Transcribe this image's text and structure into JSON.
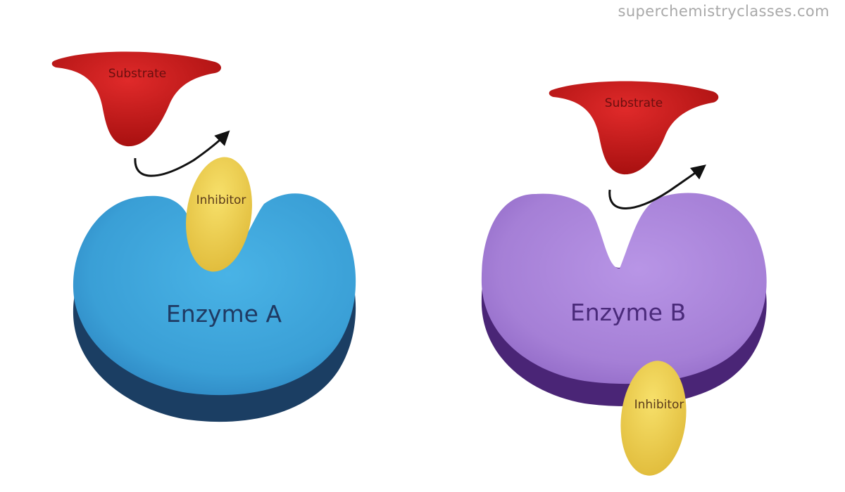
{
  "watermark": "superchemistryclasses.com",
  "panel_a": {
    "enzyme_label": "Enzyme A",
    "substrate_label": "Substrate",
    "inhibitor_label": "Inhibitor"
  },
  "panel_b": {
    "enzyme_label": "Enzyme B",
    "substrate_label": "Substrate",
    "inhibitor_label": "Inhibitor"
  },
  "colors": {
    "enzyme_a": "#3a9fd6",
    "enzyme_a_shadow": "#1b3e63",
    "enzyme_b": "#a77fd9",
    "enzyme_b_shadow": "#4a2576",
    "substrate": "#cc1b1b",
    "inhibitor": "#f2d24f",
    "label_text_dark": "#1f3a63",
    "label_text_purple": "#4a2a7a",
    "label_text_small": "#5a3a1a",
    "arrow": "#111111"
  }
}
